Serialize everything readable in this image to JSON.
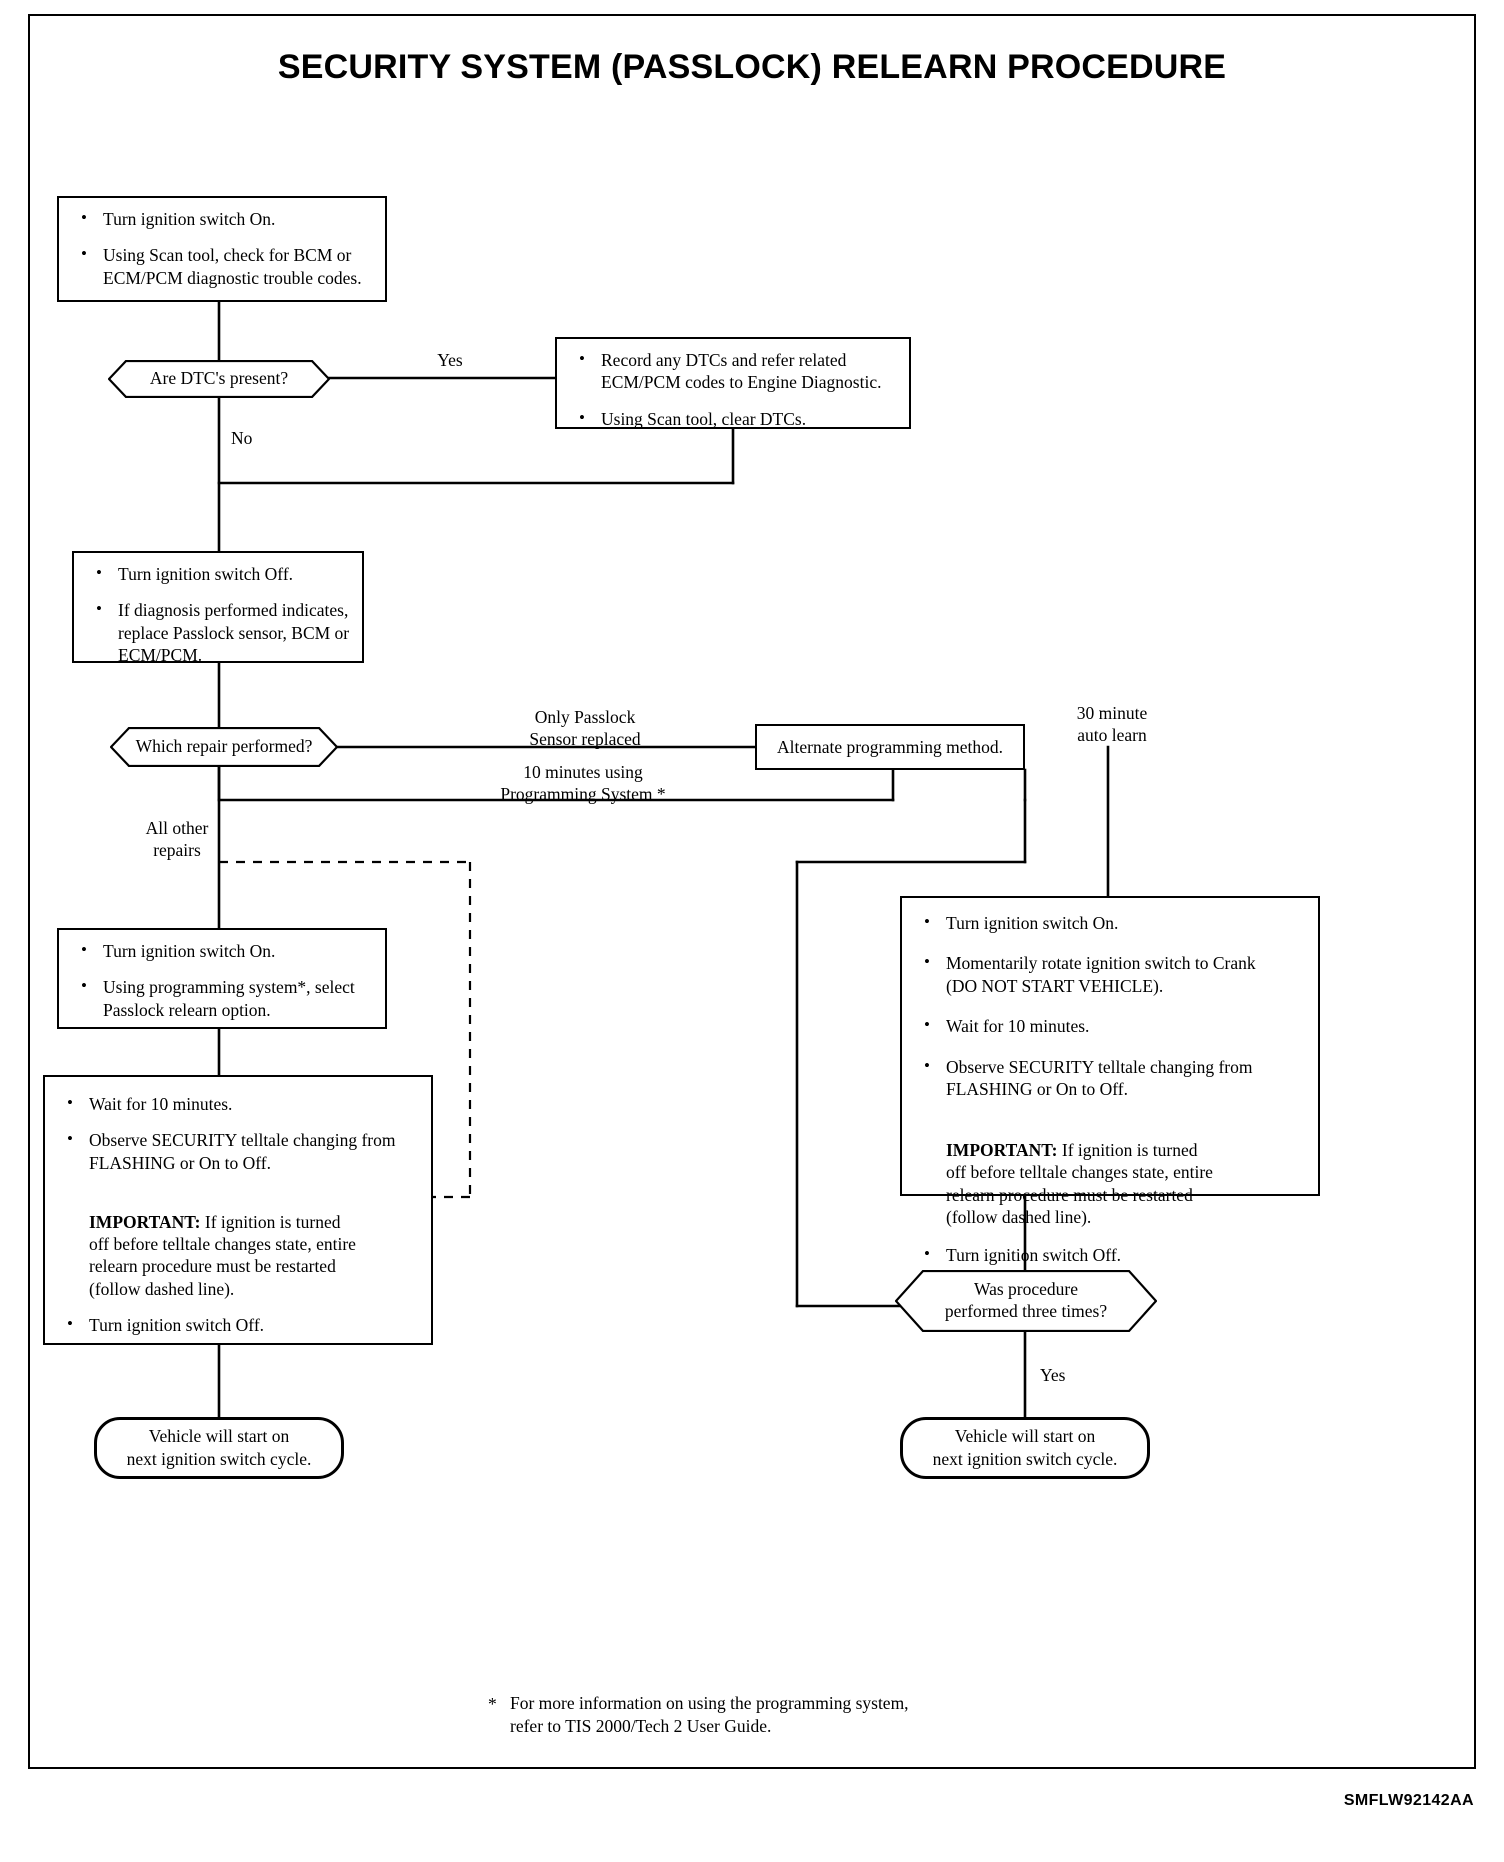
{
  "document": {
    "title": "SECURITY SYSTEM (PASSLOCK) RELEARN PROCEDURE",
    "drawing_code": "SMFLW92142AA"
  },
  "chart_data": {
    "type": "flowchart",
    "title": "SECURITY SYSTEM (PASSLOCK) RELEARN PROCEDURE",
    "nodes": [
      {
        "id": "n1",
        "shape": "process",
        "bullets": [
          "Turn ignition switch On.",
          "Using Scan tool, check for BCM or ECM/PCM diagnostic trouble codes."
        ]
      },
      {
        "id": "d1",
        "shape": "decision",
        "text": "Are DTC's present?"
      },
      {
        "id": "n2",
        "shape": "process",
        "bullets": [
          "Record any DTCs and refer related ECM/PCM codes to Engine Diagnostic.",
          "Using Scan tool, clear DTCs."
        ]
      },
      {
        "id": "n3",
        "shape": "process",
        "bullets": [
          "Turn ignition switch Off.",
          "If diagnosis performed indicates, replace Passlock sensor, BCM or ECM/PCM."
        ]
      },
      {
        "id": "d2",
        "shape": "decision",
        "text": "Which repair performed?"
      },
      {
        "id": "n4",
        "shape": "process",
        "text": "Alternate programming method."
      },
      {
        "id": "n5",
        "shape": "process",
        "bullets": [
          "Turn ignition switch On.",
          "Using programming system*, select Passlock relearn option."
        ]
      },
      {
        "id": "n6",
        "shape": "process",
        "bullets": [
          "Wait for 10 minutes.",
          "Observe SECURITY telltale changing from FLASHING or On to Off.",
          "IMPORTANT: If ignition is turned off before telltale changes state, entire relearn procedure must be restarted (follow dashed line).",
          "Turn ignition switch Off."
        ]
      },
      {
        "id": "n7",
        "shape": "process",
        "bullets": [
          "Turn ignition switch On.",
          "Momentarily rotate ignition switch to Crank (DO NOT START VEHICLE).",
          "Wait for 10 minutes.",
          "Observe SECURITY telltale changing from FLASHING or On to Off.",
          "IMPORTANT: If ignition is turned off before telltale changes state, entire relearn procedure must be restarted (follow dashed line).",
          "Turn ignition switch Off."
        ]
      },
      {
        "id": "d3",
        "shape": "decision",
        "text": "Was procedure performed three times?"
      },
      {
        "id": "t1",
        "shape": "terminal",
        "text": "Vehicle will start on next ignition switch cycle."
      },
      {
        "id": "t2",
        "shape": "terminal",
        "text": "Vehicle will start on next ignition switch cycle."
      }
    ],
    "edges": [
      {
        "from": "n1",
        "to": "d1",
        "label": ""
      },
      {
        "from": "d1",
        "to": "n2",
        "label": "Yes"
      },
      {
        "from": "d1",
        "to": "n3",
        "label": "No"
      },
      {
        "from": "n2",
        "to": "n3",
        "label": ""
      },
      {
        "from": "d2",
        "to": "n4",
        "label": "Only Passlock Sensor replaced"
      },
      {
        "from": "d2",
        "to": "n7",
        "label": "10 minutes using Programming System *"
      },
      {
        "from": "d2",
        "to": "n5",
        "label": "All other repairs"
      },
      {
        "from": "n4",
        "to": "n7",
        "label": "30 minute auto learn"
      },
      {
        "from": "n5",
        "to": "n6",
        "label": ""
      },
      {
        "from": "n6",
        "to": "t1",
        "label": ""
      },
      {
        "from": "n7",
        "to": "d3",
        "label": ""
      },
      {
        "from": "d3",
        "to": "t2",
        "label": "Yes"
      }
    ]
  },
  "box1": {
    "b1": "Turn ignition switch On.",
    "b2": "Using Scan tool, check for BCM or\nECM/PCM diagnostic trouble codes."
  },
  "decision1": {
    "text": "Are DTC's present?"
  },
  "labels": {
    "yes1": "Yes",
    "no1": "No",
    "only_passlock": "Only Passlock\nSensor replaced",
    "ten_minutes": "10 minutes using\nProgramming System *",
    "all_other": "All other\nrepairs",
    "thirty_minute": "30 minute\nauto learn",
    "yes2": "Yes"
  },
  "box2": {
    "b1": "Record any DTCs and refer related\nECM/PCM codes to Engine Diagnostic.",
    "b2": "Using Scan tool, clear DTCs."
  },
  "box3": {
    "b1": "Turn ignition switch Off.",
    "b2": "If diagnosis performed indicates,\nreplace Passlock sensor, BCM or\nECM/PCM."
  },
  "decision2": {
    "text": "Which repair performed?"
  },
  "box_alt": {
    "text": "Alternate programming method."
  },
  "box5": {
    "b1": "Turn ignition switch On.",
    "b2": "Using programming system*, select\nPasslock relearn option."
  },
  "box6": {
    "b1": "Wait for 10 minutes.",
    "b2": "Observe SECURITY telltale changing from\nFLASHING or On to Off.",
    "b3_label": "IMPORTANT:",
    "b3": " If ignition is turned\noff before telltale changes state, entire\nrelearn procedure must be restarted\n(follow dashed line).",
    "b4": "Turn ignition switch Off."
  },
  "box7": {
    "b1": "Turn ignition switch On.",
    "b2": "Momentarily rotate ignition switch to Crank\n(DO NOT START VEHICLE).",
    "b3": "Wait for 10 minutes.",
    "b4": "Observe SECURITY telltale changing from\nFLASHING or On to Off.",
    "b5_label": "IMPORTANT:",
    "b5": " If ignition is turned\noff before telltale changes state, entire\nrelearn procedure must be restarted\n(follow dashed line).",
    "b6": "Turn ignition switch Off."
  },
  "decision3": {
    "text": "Was procedure\nperformed three times?"
  },
  "terminal1": {
    "text": "Vehicle will start on\nnext ignition switch cycle."
  },
  "terminal2": {
    "text": "Vehicle will start on\nnext ignition switch cycle."
  },
  "footnote": {
    "star": "*",
    "text": "For more information on using the programming system,\nrefer to TIS 2000/Tech 2 User Guide."
  }
}
